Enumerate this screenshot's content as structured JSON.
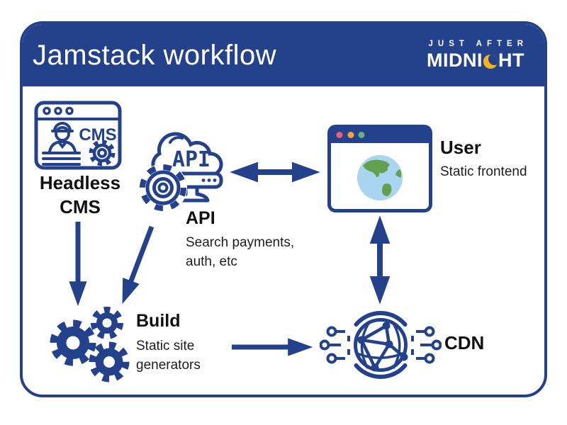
{
  "header": {
    "title": "Jamstack workflow",
    "logo": {
      "line1": "JUST AFTER",
      "midnight_pre": "MIDNI",
      "midnight_post": "HT"
    }
  },
  "nodes": {
    "cms": {
      "icon_text": "CMS",
      "title_line1": "Headless",
      "title_line2": "CMS"
    },
    "api": {
      "icon_text": "API",
      "title": "API",
      "subtitle_line1": "Search payments,",
      "subtitle_line2": "auth, etc"
    },
    "user": {
      "title": "User",
      "subtitle": "Static frontend"
    },
    "build": {
      "title": "Build",
      "subtitle_line1": "Static site",
      "subtitle_line2": "generators"
    },
    "cdn": {
      "title": "CDN"
    }
  },
  "colors": {
    "brand_blue": "#24418C",
    "moon_yellow": "#F8B517",
    "globe_water": "#A9D5F1",
    "globe_land": "#63A150",
    "window_dot_red": "#EF5D6F",
    "window_dot_orange": "#F5A63B",
    "window_dot_green": "#66B27C",
    "label_black": "#111111"
  }
}
